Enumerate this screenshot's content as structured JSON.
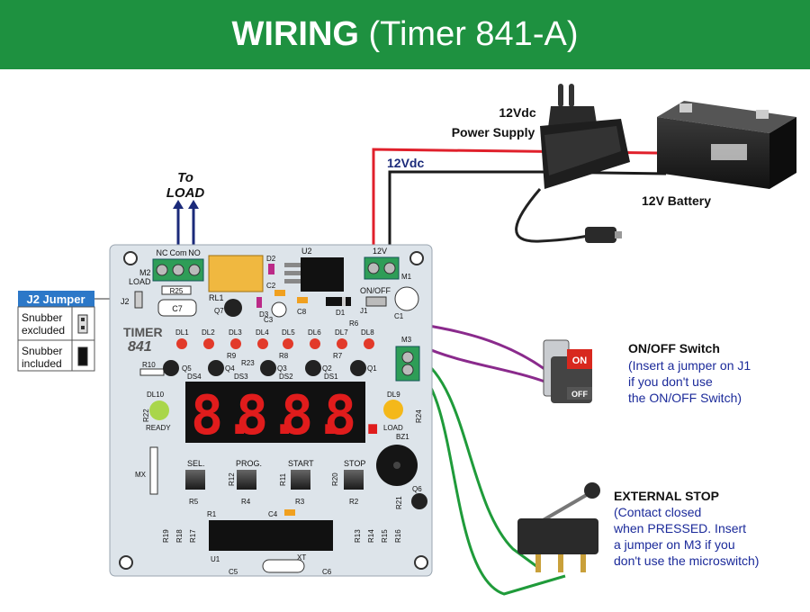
{
  "header": {
    "title_bold": "WIRING",
    "title_rest": "(Timer 841-A)"
  },
  "colors": {
    "header": "#1e9140",
    "pcb": "#dde4ea",
    "wire_red": "#e0202b",
    "wire_black": "#1a1a1a",
    "wire_purple": "#8a2a8c",
    "wire_green": "#1f9b3a",
    "wire_blue": "#1b2a7a"
  },
  "labels": {
    "to_load": [
      "To",
      "LOAD"
    ],
    "psu": [
      "12Vdc",
      "Power Supply"
    ],
    "twelve_vdc": "12Vdc",
    "battery": "12V Battery",
    "onoff_title": "ON/OFF Switch",
    "onoff_lines": [
      "(Insert a jumper on J1",
      "if you don't use",
      "the ON/OFF Switch)"
    ],
    "ext_title": "EXTERNAL STOP",
    "ext_lines": [
      "(Contact closed",
      "when PRESSED. Insert",
      "a jumper on M3 if you",
      "don't use the microswitch)"
    ],
    "j2_title": "J2 Jumper",
    "j2_rows": [
      [
        "Snubber",
        "excluded"
      ],
      [
        "Snubber",
        "included"
      ]
    ],
    "switch_on": "ON",
    "switch_off": "OFF"
  },
  "pcb": {
    "brand": [
      "TIMER",
      "841"
    ],
    "m2_pins": [
      "NC",
      "Com",
      "NO"
    ],
    "m2": "M2",
    "load": "LOAD",
    "j2": "J2",
    "r25": "R25",
    "c7": "C7",
    "rl1": "RL1",
    "q7": "Q7",
    "d2": "D2",
    "d3": "D3",
    "c2": "C2",
    "c3": "C3",
    "c8": "C8",
    "u2": "U2",
    "d1": "D1",
    "v12": "12V",
    "m1": "M1",
    "onoff": "ON/OFF",
    "j1": "J1",
    "c1": "C1",
    "r6": "R6",
    "m3": "M3",
    "leds": [
      "DL1",
      "DL2",
      "DL3",
      "DL4",
      "DL5",
      "DL6",
      "DL7",
      "DL8"
    ],
    "res_row": [
      "R9",
      "R23",
      "R8",
      "R7"
    ],
    "r10": "R10",
    "transistors": [
      "Q5",
      "Q4",
      "Q3",
      "Q2",
      "Q1"
    ],
    "digits": [
      "DS4",
      "DS3",
      "DS2",
      "DS1"
    ],
    "dl10": "DL10",
    "ready": "READY",
    "r22": "R22",
    "dl9": "DL9",
    "load2": "LOAD",
    "r24": "R24",
    "bz1": "BZ1",
    "mx": "MX",
    "buttons": [
      "SEL.",
      "PROG.",
      "START",
      "STOP"
    ],
    "btn_res": [
      "R12",
      "R11",
      "R20"
    ],
    "r5": "R5",
    "r4": "R4",
    "r3": "R3",
    "r2": "R2",
    "r1": "R1",
    "c4": "C4",
    "r21": "R21",
    "q6": "Q6",
    "left_res": [
      "R19",
      "R18",
      "R17"
    ],
    "right_res": [
      "R13",
      "R14",
      "R15",
      "R16"
    ],
    "u1": "U1",
    "c5": "C5",
    "xt": "XT",
    "c6": "C6"
  }
}
